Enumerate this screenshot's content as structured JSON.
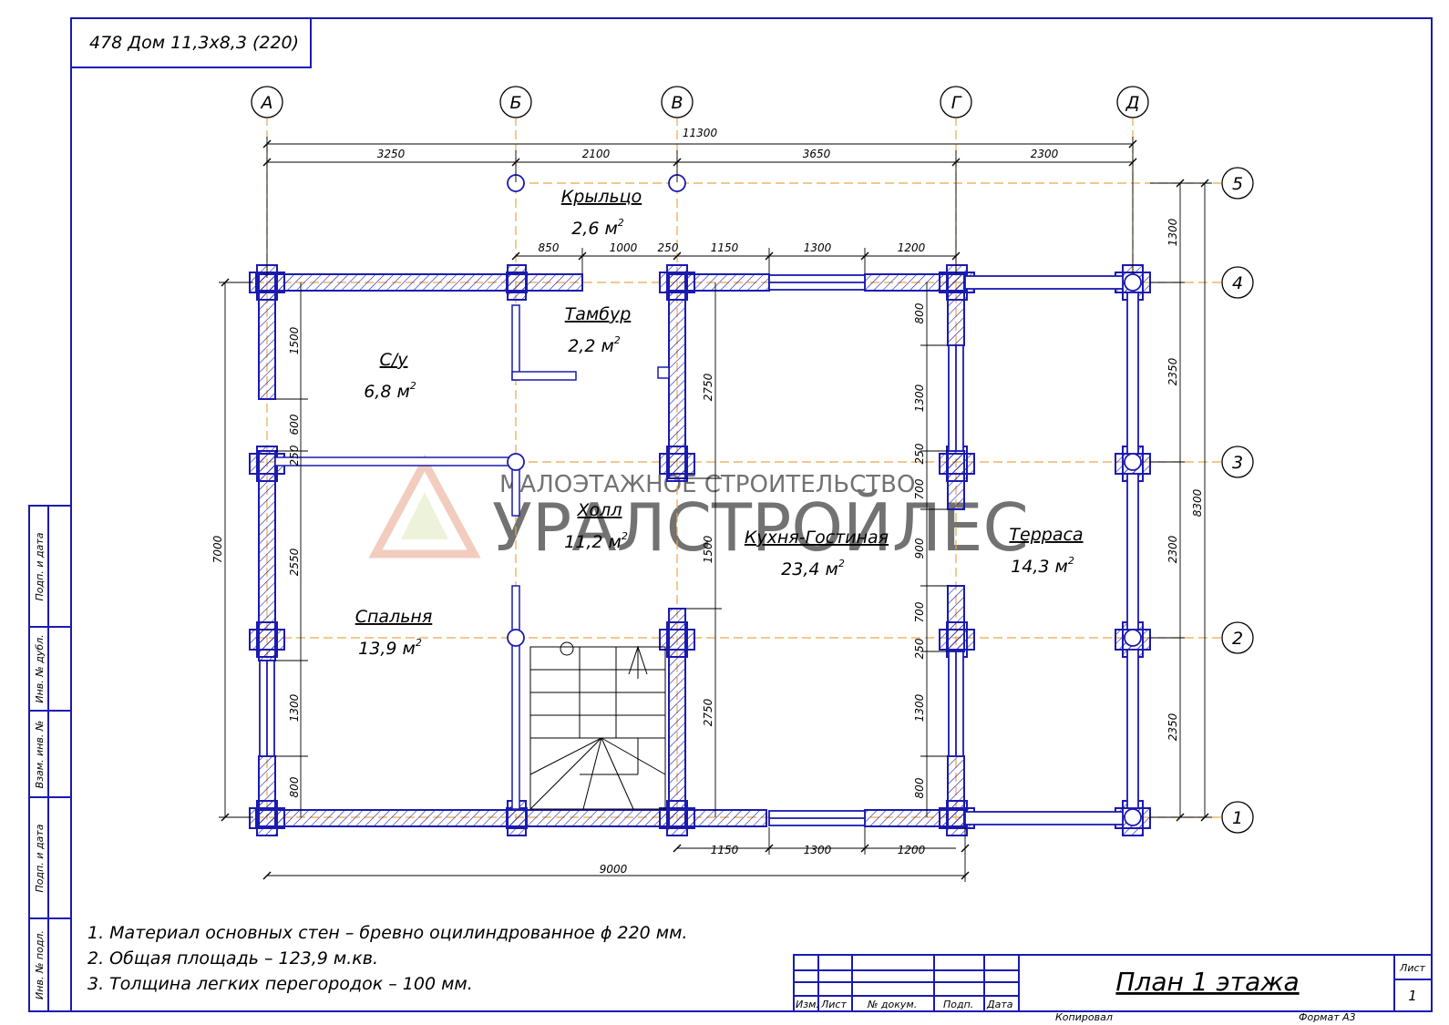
{
  "project_title": "478 Дом 11,3х8,3 (220)",
  "watermark": {
    "line1": "МАЛОЭТАЖНОЕ СТРОИТЕЛЬСТВО",
    "line2": "УРАЛСТРОЙЛЕС"
  },
  "axes": {
    "columns": [
      "А",
      "Б",
      "В",
      "Г",
      "Д"
    ],
    "rows": [
      "5",
      "4",
      "3",
      "2",
      "1"
    ]
  },
  "rooms": [
    {
      "name": "Крыльцо",
      "area": "2,6 м",
      "sup": "2"
    },
    {
      "name": "Тамбур",
      "area": "2,2 м",
      "sup": "2"
    },
    {
      "name": "С/у",
      "area": "6,8 м",
      "sup": "2"
    },
    {
      "name": "Холл",
      "area": "11,2 м",
      "sup": "2"
    },
    {
      "name": "Спальня",
      "area": "13,9 м",
      "sup": "2"
    },
    {
      "name": "Кухня-Гостиная",
      "area": "23,4 м",
      "sup": "2"
    },
    {
      "name": "Терраса",
      "area": "14,3 м",
      "sup": "2"
    }
  ],
  "dimensions": {
    "overall_top": "11300",
    "top": [
      "3250",
      "2100",
      "3650",
      "2300"
    ],
    "porch": [
      "850",
      "1000",
      "250",
      "1150",
      "1300",
      "1200"
    ],
    "bottom": [
      "1150",
      "1300",
      "1200"
    ],
    "overall_bottom": "9000",
    "left_overall": "7000",
    "left_inner": [
      "1500",
      "600",
      "250",
      "2550",
      "1300",
      "800"
    ],
    "center": [
      "2750",
      "1500",
      "2750"
    ],
    "kitchen_right": [
      "800",
      "1300",
      "250",
      "700",
      "900",
      "700",
      "250",
      "1300",
      "800"
    ],
    "right_inner": [
      "1300",
      "2350",
      "2300",
      "2350"
    ],
    "right_overall": "8300"
  },
  "notes": [
    "1. Материал основных стен – бревно оцилиндрованное ϕ 220 мм.",
    "2. Общая площадь – 123,9 м.кв.",
    "3. Толщина легких перегородок – 100 мм."
  ],
  "side_stamp": [
    "Подп. и дата",
    "Инв. № дубл.",
    "Взам. инв. №",
    "Подп. и дата",
    "Инв. № подл."
  ],
  "title_block": {
    "headers": [
      "Изм.",
      "Лист",
      "№ докум.",
      "Подп.",
      "Дата"
    ],
    "sheet_title": "План 1 этажа",
    "sheet_label": "Лист",
    "sheet_number": "1",
    "copied": "Копировал",
    "format": "Формат А3"
  },
  "colors": {
    "wall": "#1a1ab0",
    "axis": "#e8a64a",
    "line": "#000000",
    "watermark": "#e8c0b0"
  }
}
